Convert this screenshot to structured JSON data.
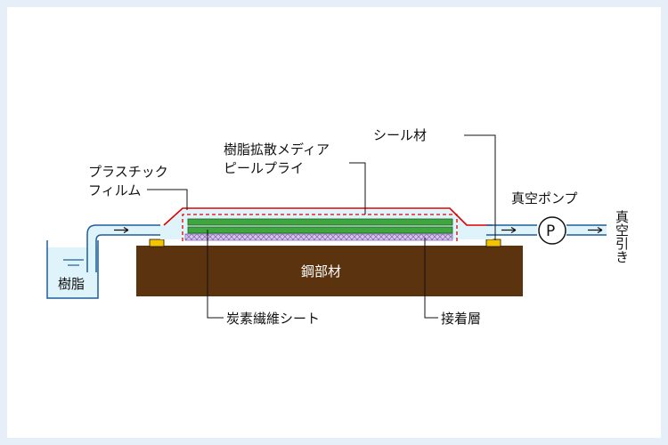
{
  "diagram": {
    "labels": {
      "resin_diffusion_media": "樹脂拡散メディア",
      "peel_ply": "ピールプライ",
      "sealant": "シール材",
      "plastic_film_line1": "プラスチック",
      "plastic_film_line2": "フィルム",
      "vacuum_pump": "真空ポンプ",
      "pump_symbol": "P",
      "vacuum_draw": "真空引き",
      "resin": "樹脂",
      "steel_member": "鋼部材",
      "carbon_fiber_sheet": "炭素繊維シート",
      "adhesive_layer": "接着層"
    },
    "colors": {
      "steel": "#5b330f",
      "film": "#e00000",
      "media": "#3ea63e",
      "adhesive": "#d9c8ee",
      "sealant": "#f5c400",
      "resin_fluid": "#dff3fa",
      "background": "#e6eef7"
    }
  }
}
